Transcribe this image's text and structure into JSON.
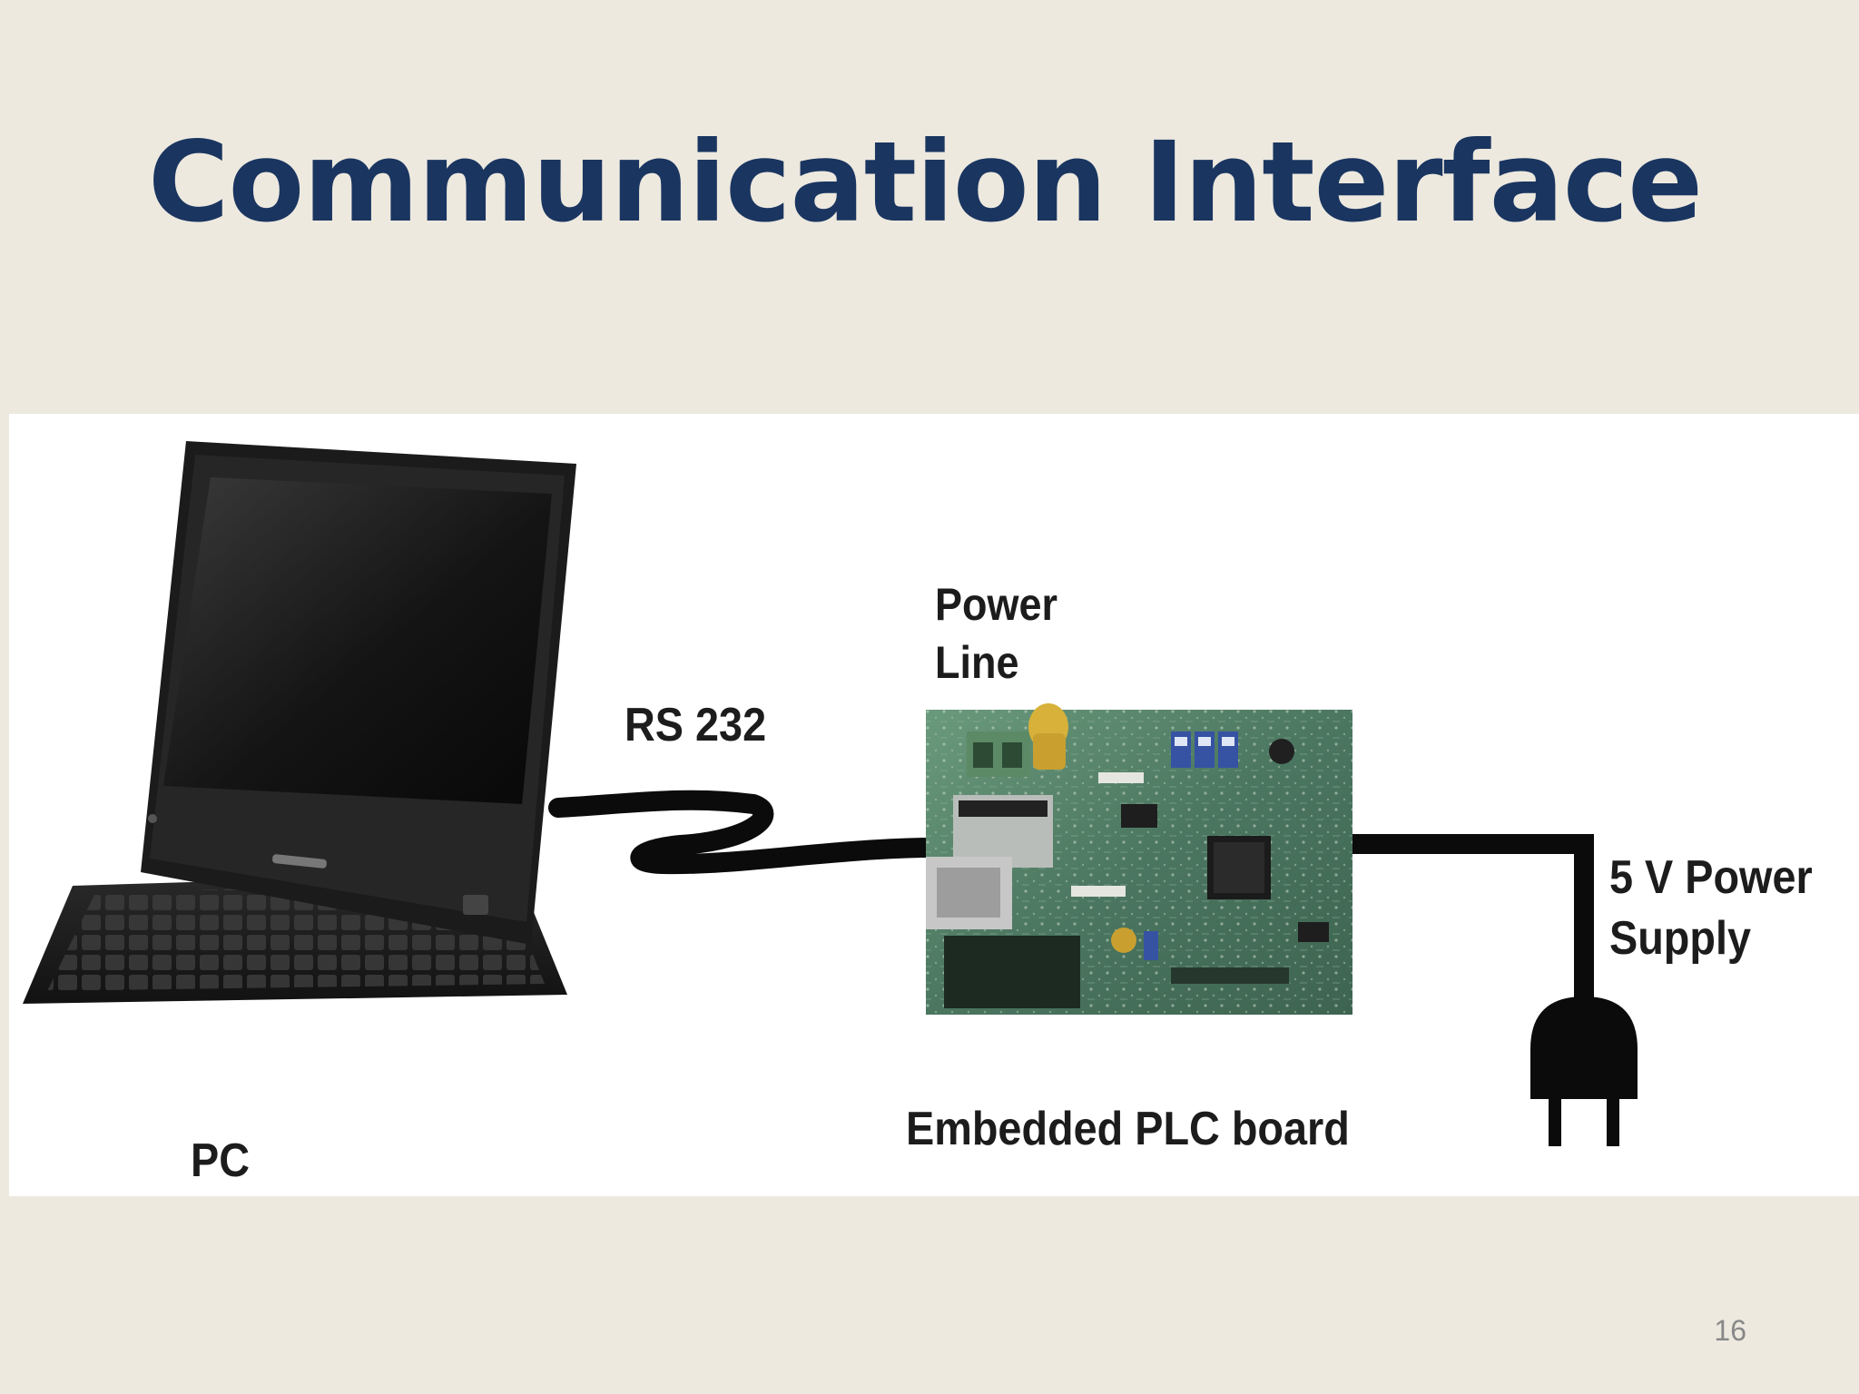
{
  "slide": {
    "title": "Communication Interface",
    "page_number": "16"
  },
  "diagram": {
    "labels": {
      "pc": "PC",
      "rs232": "RS 232",
      "power_line_1": "Power",
      "power_line_2": "Line",
      "power_supply_1": "5 V Power",
      "power_supply_2": "Supply",
      "plc_board": "Embedded PLC board"
    },
    "nodes": [
      {
        "name": "PC",
        "icon": "laptop-icon"
      },
      {
        "name": "Embedded PLC board",
        "icon": "circuit-board-icon"
      },
      {
        "name": "5 V Power Supply",
        "icon": "power-plug-icon"
      }
    ],
    "links": [
      {
        "from": "PC",
        "to": "Embedded PLC board",
        "label": "RS 232"
      },
      {
        "from": "Embedded PLC board",
        "to": "5 V Power Supply"
      }
    ],
    "colors": {
      "title": "#1a3560",
      "background": "#ede9df",
      "panel": "#ffffff",
      "cable": "#0b0b0b",
      "board": "#4f7a63"
    }
  }
}
